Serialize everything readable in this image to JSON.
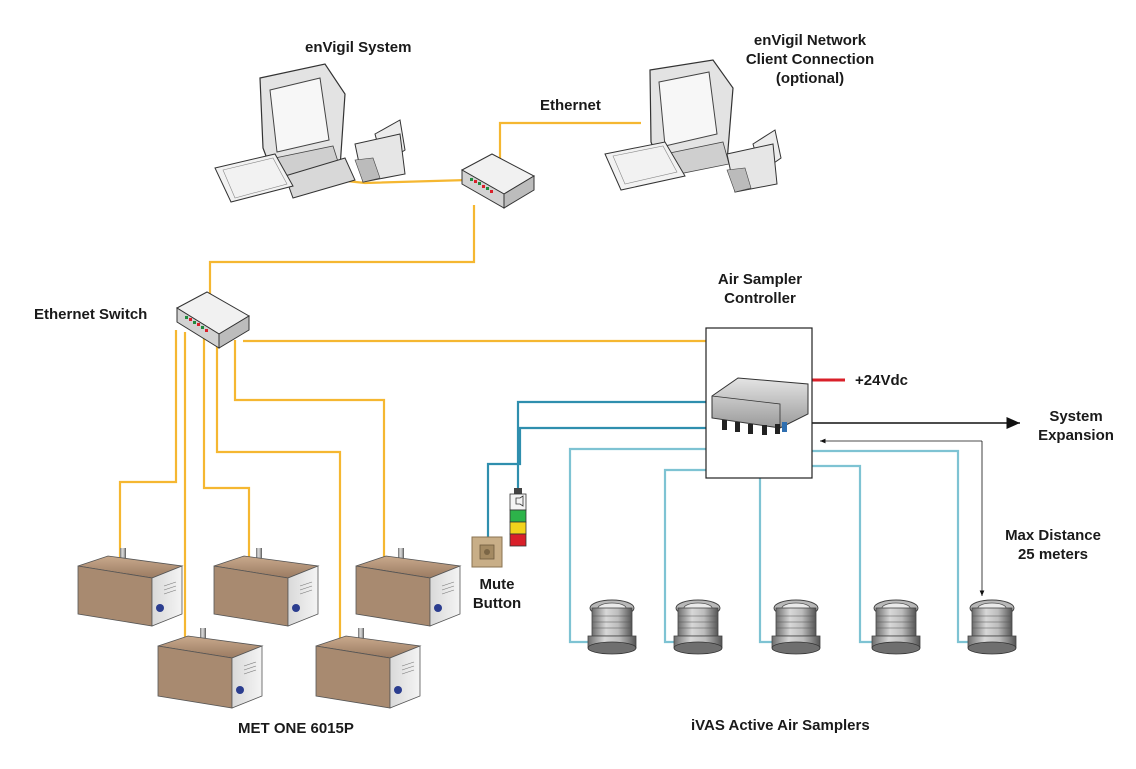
{
  "labels": {
    "envigil_system": "enVigil System",
    "client_line1": "enVigil Network",
    "client_line2": "Client Connection",
    "client_line3": "(optional)",
    "ethernet": "Ethernet",
    "ethernet_switch": "Ethernet Switch",
    "controller_line1": "Air Sampler",
    "controller_line2": "Controller",
    "power": "+24Vdc",
    "expansion_line1": "System",
    "expansion_line2": "Expansion",
    "max_line1": "Max Distance",
    "max_line2": "25 meters",
    "mute_line1": "Mute",
    "mute_line2": "Button",
    "met_one": "MET ONE 6015P",
    "ivas": "iVAS Active Air Samplers"
  },
  "colors": {
    "ethernet_cable": "#f5b731",
    "sampler_cable": "#7ec3d3",
    "controller_cable": "#2f8fae",
    "power_cable": "#d9202a",
    "arrow": "#111111"
  },
  "icons": {
    "computer": "desktop-computer-icon",
    "printer": "printer-icon",
    "switch": "network-switch-icon",
    "particle_counter": "particle-counter-icon",
    "air_sampler": "air-sampler-icon",
    "stack_light": "stack-light-icon",
    "mute_button": "mute-button-icon"
  }
}
